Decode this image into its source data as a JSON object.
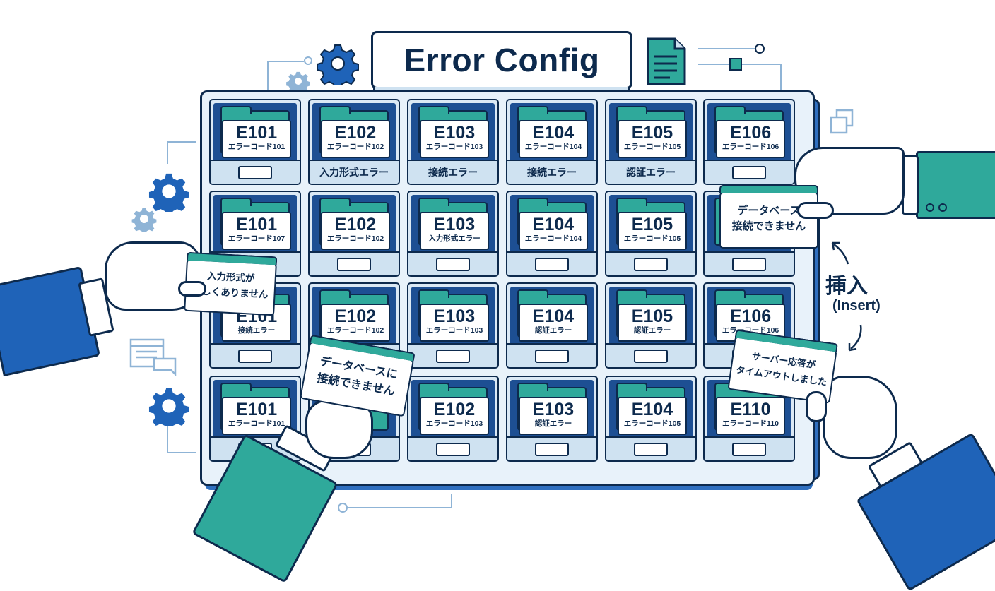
{
  "title": "Error Config",
  "insert_label": {
    "kanji": "挿入",
    "english": "(Insert)"
  },
  "grid": [
    [
      {
        "code": "E101",
        "sub": "エラーコード101",
        "front": ""
      },
      {
        "code": "E102",
        "sub": "エラーコード102",
        "front": "入力形式エラー"
      },
      {
        "code": "E103",
        "sub": "エラーコード103",
        "front": "接続エラー"
      },
      {
        "code": "E104",
        "sub": "エラーコード104",
        "front": "接続エラー"
      },
      {
        "code": "E105",
        "sub": "エラーコード105",
        "front": "認証エラー"
      },
      {
        "code": "E106",
        "sub": "エラーコード106",
        "front": ""
      }
    ],
    [
      {
        "code": "E101",
        "sub": "エラーコード107",
        "front": ""
      },
      {
        "code": "E102",
        "sub": "エラーコード102",
        "front": ""
      },
      {
        "code": "E103",
        "sub": "入力形式エラー",
        "front": ""
      },
      {
        "code": "E104",
        "sub": "エラーコード104",
        "front": ""
      },
      {
        "code": "E105",
        "sub": "エラーコード105",
        "front": ""
      },
      {
        "code": "",
        "sub": "",
        "front": ""
      }
    ],
    [
      {
        "code": "E101",
        "sub": "接続エラー",
        "front": ""
      },
      {
        "code": "E102",
        "sub": "エラーコード102",
        "front": ""
      },
      {
        "code": "E103",
        "sub": "エラーコード103",
        "front": ""
      },
      {
        "code": "E104",
        "sub": "認証エラー",
        "front": ""
      },
      {
        "code": "E105",
        "sub": "認証エラー",
        "front": ""
      },
      {
        "code": "E106",
        "sub": "エラーコード106",
        "front": ""
      }
    ],
    [
      {
        "code": "E101",
        "sub": "エラーコード101",
        "front": ""
      },
      {
        "code": "",
        "sub": "",
        "front": ""
      },
      {
        "code": "E102",
        "sub": "エラーコード103",
        "front": ""
      },
      {
        "code": "E103",
        "sub": "認証エラー",
        "front": ""
      },
      {
        "code": "E104",
        "sub": "エラーコード105",
        "front": ""
      },
      {
        "code": "E110",
        "sub": "エラーコード110",
        "front": ""
      }
    ]
  ],
  "floating_cards": {
    "db_top_right": [
      "データベース",
      "接続できません"
    ],
    "input_left": [
      "入力形式が",
      "正しくありません"
    ],
    "db_bottom_left": [
      "データベースに",
      "接続できません"
    ],
    "timeout_right": [
      "サーバー応答が",
      "タイムアウトしました"
    ]
  },
  "icons": [
    "gear-icon",
    "document-icon",
    "chat-window-icon",
    "copy-icon",
    "arrow-icon"
  ],
  "colors": {
    "navy": "#0d2a4d",
    "blue": "#1f63b8",
    "teal": "#2fa99b",
    "light": "#cfe2f1"
  }
}
